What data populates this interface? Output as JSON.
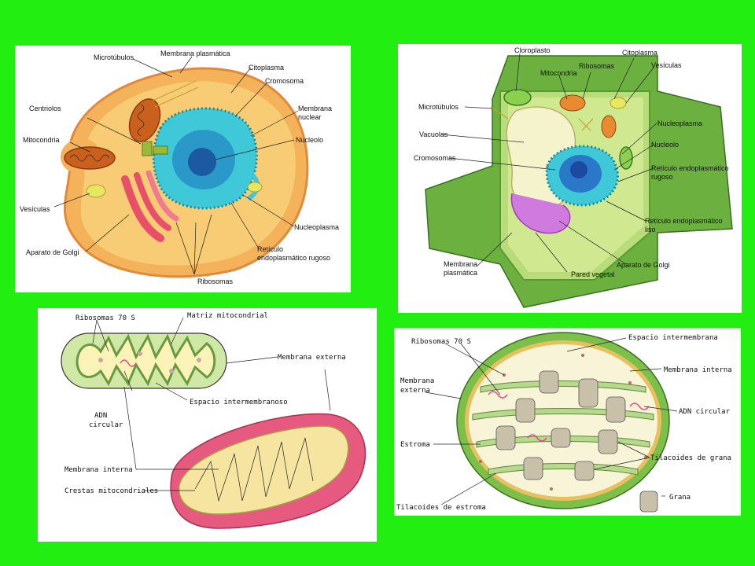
{
  "colors": {
    "background": "#22ee11",
    "animal_cytoplasm": "#f7c66a",
    "nucleus": "#3ec8d8",
    "golgi": "#e8506a",
    "plant_wall": "#7cc04a",
    "mito_membrane": "#e46a7c",
    "chloro_stroma": "#cfe8a6"
  },
  "animal_cell": {
    "microtubulos": "Microtúbulos",
    "membrana_plasmatica": "Membrana plasmática",
    "citoplasma": "Citoplasma",
    "cromosoma": "Cromosoma",
    "centriolos": "Centriolos",
    "membrana_nuclear_1": "Membrana",
    "membrana_nuclear_2": "nuclear",
    "mitocondria": "Mitocondria",
    "nucleolo": "Nucleolo",
    "vesiculas": "Vesículas",
    "nucleoplasma": "Nucleoplasma",
    "aparato_golgi": "Aparato de Golgi",
    "reticulo_1": "Retículo",
    "reticulo_2": "endoplasmático rugoso",
    "ribosomas": "Ribosomas"
  },
  "plant_cell": {
    "cloroplasto": "Cloroplasto",
    "ribosomas": "Ribosomas",
    "citoplasma": "Citoplasma",
    "mitocondria": "Mitocondria",
    "vesiculas": "Vesículas",
    "microtubulos": "Microtúbulos",
    "nucleoplasma": "Nucleoplasma",
    "vacuolas": "Vacuolas",
    "nucleolo": "Nucleolo",
    "cromosomas": "Cromosomas",
    "reticulo_rugoso_1": "Retículo endoplasmático",
    "reticulo_rugoso_2": "rugoso",
    "reticulo_liso_1": "Retículo endoplasmático",
    "reticulo_liso_2": "liso",
    "membrana_1": "Membrana",
    "membrana_2": "plasmática",
    "aparato_golgi": "Aparato de Golgi",
    "pared_vegetal": "Pared vegetal"
  },
  "mitochondrion": {
    "ribosomas": "Ribosomas 70 S",
    "matriz": "Matriz mitocondrial",
    "membrana_externa": "Membrana externa",
    "adn_1": "ADN",
    "adn_2": "circular",
    "espacio": "Espacio intermembranoso",
    "membrana_interna": "Membrana interna",
    "crestas": "Crestas mitocondriales"
  },
  "chloroplast": {
    "ribosomas": "Ribosomas 70 S",
    "espacio": "Espacio intermembrana",
    "membrana_interna": "Membrana interna",
    "membrana_externa_1": "Membrana",
    "membrana_externa_2": "externa",
    "adn": "ADN circular",
    "estroma": "Estroma",
    "tilacoides_grana": "Tilacoides de grana",
    "tilacoides_estroma": "Tilacoides de estroma",
    "grana": "Grana"
  }
}
